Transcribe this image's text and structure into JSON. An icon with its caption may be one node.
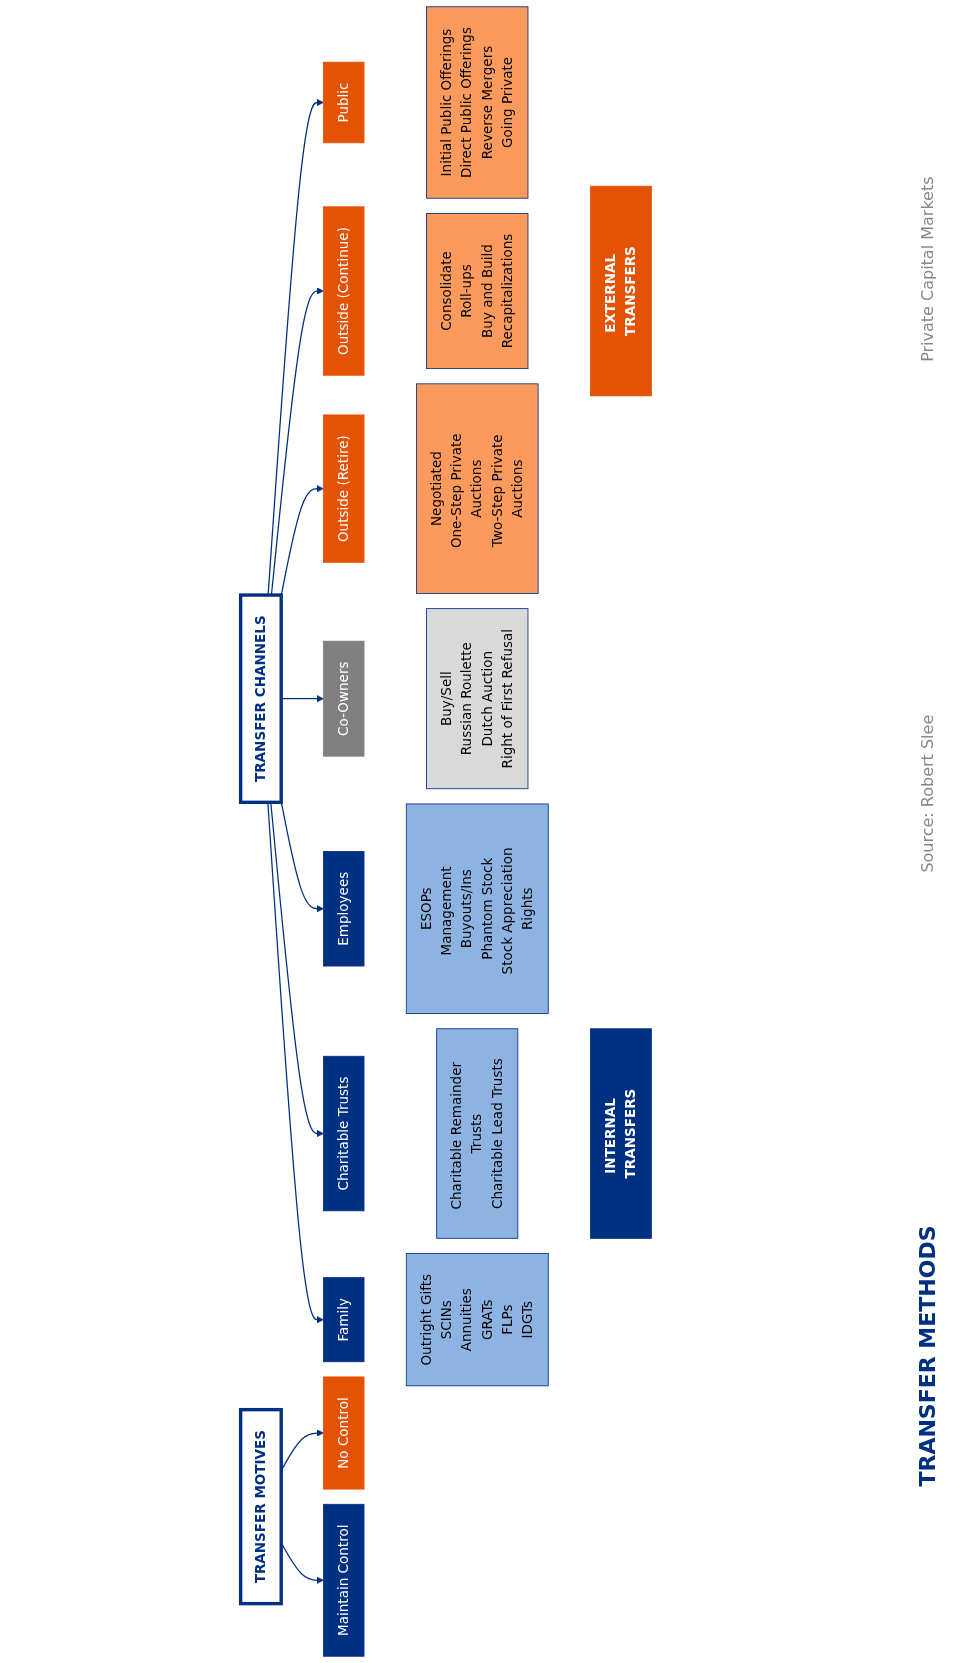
{
  "diagram": {
    "nodes": [
      {
        "text": [
          "TRANSFER MOTIVES"
        ]
      },
      {
        "text": [
          "TRANSFER CHANNELS"
        ]
      },
      {
        "text": [
          "Maintain Control"
        ]
      },
      {
        "text": [
          "No Control"
        ]
      },
      {
        "text": [
          "Family"
        ]
      },
      {
        "text": [
          "Charitable Trusts"
        ]
      },
      {
        "text": [
          "Employees"
        ]
      },
      {
        "text": [
          "Co-Owners"
        ]
      },
      {
        "text": [
          "Outside (Retire)"
        ]
      },
      {
        "text": [
          "Outside (Continue)"
        ]
      },
      {
        "text": [
          "Public"
        ]
      },
      {
        "text": [
          "Outright Gifts",
          "SCINs",
          "Annuities",
          "GRATs",
          "FLPs",
          "IDGTs"
        ]
      },
      {
        "text": [
          "Charitable Remainder Trusts",
          "Charitable Lead Trusts"
        ]
      },
      {
        "text": [
          "ESOPs",
          "Management Buyouts/Ins",
          "Phantom Stock",
          "Stock Appreciation Rights"
        ]
      },
      {
        "text": [
          "Buy/Sell",
          "Russian Roulette",
          "Dutch Auction",
          "Right of First Refusal"
        ]
      },
      {
        "text": [
          "Negotiated",
          "One-Step Private Auctions",
          "Two-Step Private Auctions"
        ]
      },
      {
        "text": [
          "Consolidate",
          "Roll-ups",
          "Buy and Build",
          "Recapitalizations"
        ]
      },
      {
        "text": [
          "Initial Public Offerings",
          "Direct Public Offerings",
          "Reverse Mergers",
          "Going Private"
        ]
      },
      {
        "text": [
          "INTERNAL TRANSFERS"
        ]
      },
      {
        "text": [
          "EXTERNAL TRANSFERS"
        ]
      }
    ],
    "edges": [
      {
        "from": 0,
        "to": 2,
        "arrow": "to"
      },
      {
        "from": 0,
        "to": 3,
        "arrow": "to"
      },
      {
        "from": 1,
        "to": 4,
        "arrow": "to"
      },
      {
        "from": 1,
        "to": 5,
        "arrow": "to"
      },
      {
        "from": 1,
        "to": 6,
        "arrow": "to"
      },
      {
        "from": 1,
        "to": 7,
        "arrow": "to"
      },
      {
        "from": 1,
        "to": 8,
        "arrow": "to"
      },
      {
        "from": 1,
        "to": 9,
        "arrow": "to"
      },
      {
        "from": 1,
        "to": 10,
        "arrow": "to"
      }
    ],
    "labels": [
      "TRANSFER METHODS",
      "Source: Robert Slee",
      "Private Capital Markets"
    ]
  }
}
